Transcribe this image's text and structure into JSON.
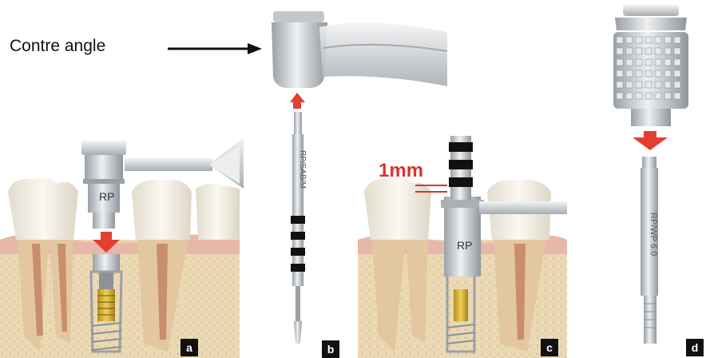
{
  "callout": {
    "text": "Contre angle"
  },
  "measure": {
    "text": "1mm"
  },
  "component_labels": {
    "rp_a": "RP",
    "rp_c": "RP"
  },
  "tool_engravings": {
    "b": "RP/SAB/M",
    "d": "RP/WP 6.0"
  },
  "panel_tags": [
    "a",
    "b",
    "c",
    "d"
  ],
  "colors": {
    "arrow_red": "#e2402f",
    "metal": "#c9ccd0",
    "tooth": "#efe9dc",
    "bone": "#e8d7b0",
    "gum": "#e8b0a6",
    "thread": "#d8b23a"
  }
}
